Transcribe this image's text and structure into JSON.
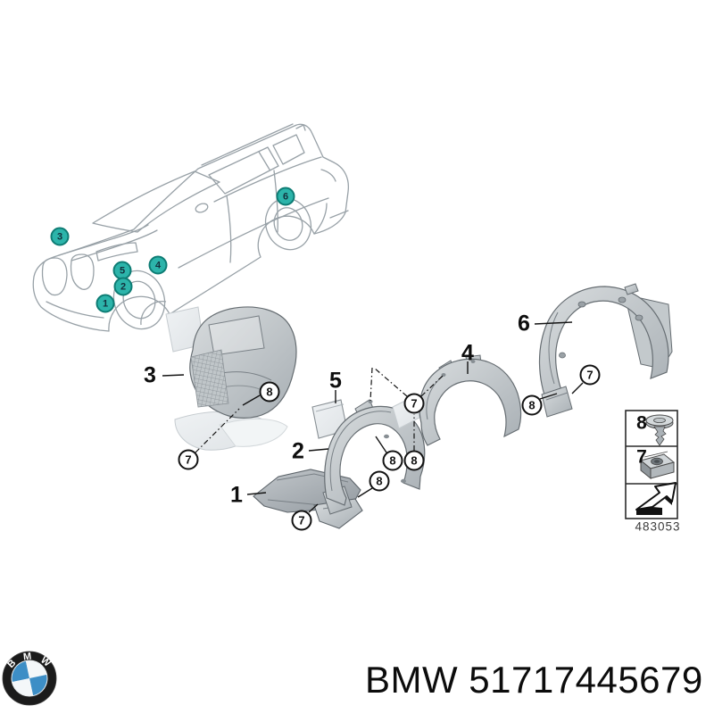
{
  "page": {
    "type": "bmw-parts-location-diagram",
    "background": "#ffffff"
  },
  "location_view": {
    "callouts": [
      {
        "label": "3"
      },
      {
        "label": "5"
      },
      {
        "label": "2"
      },
      {
        "label": "1"
      },
      {
        "label": "4"
      },
      {
        "label": "6"
      }
    ]
  },
  "exploded_view": {
    "part_labels": [
      {
        "label": "3"
      },
      {
        "label": "5"
      },
      {
        "label": "2"
      },
      {
        "label": "1"
      },
      {
        "label": "4"
      },
      {
        "label": "6"
      }
    ],
    "fastener_callouts": [
      {
        "label": "8"
      },
      {
        "label": "7"
      },
      {
        "label": "7"
      },
      {
        "label": "8"
      },
      {
        "label": "8"
      },
      {
        "label": "8"
      },
      {
        "label": "7"
      },
      {
        "label": "8"
      },
      {
        "label": "7"
      }
    ]
  },
  "legend": {
    "rows": [
      {
        "label": "8",
        "icon": "expansion-rivet-icon"
      },
      {
        "label": "7",
        "icon": "sheet-metal-nut-icon"
      },
      {
        "label": "",
        "icon": "direction-arrow-icon"
      }
    ],
    "drawing_number": "483053"
  },
  "footer": {
    "logo_letters": [
      "B",
      "M",
      "W"
    ],
    "part_number": "BMW 51717445679"
  },
  "colors": {
    "callout_teal": "#2cb4aa",
    "callout_teal_border": "#0e7c74",
    "car_line_gray": "#98a1a7",
    "part_gray": "#b6bcc0",
    "roundel_blue": "#3d8ec6"
  }
}
